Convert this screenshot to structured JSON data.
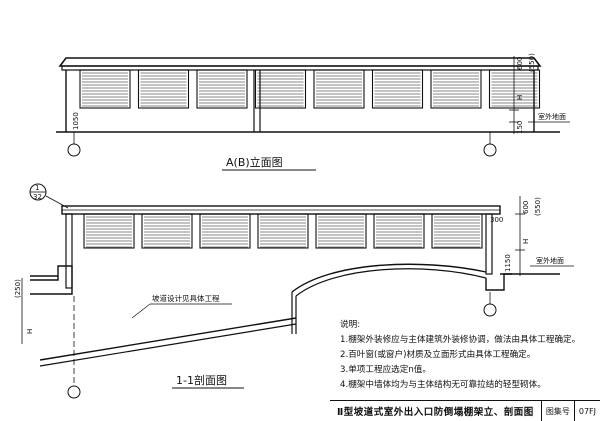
{
  "elevation": {
    "caption": "A(B)立面图",
    "dims": {
      "d600": "600",
      "d550": "(550)",
      "dH": "H",
      "d1050": "1050",
      "d150": "150"
    },
    "ground_label": "室外地面"
  },
  "section": {
    "caption": "1-1剖面图",
    "callout_num": "1",
    "callout_ref": "32",
    "slope_note": "坡道设计见具体工程",
    "dims": {
      "d600": "600",
      "d550": "(550)",
      "d250": "(250)",
      "dH": "H",
      "d1150": "1150",
      "dH2": "H",
      "d300": "300"
    },
    "ground_label": "室外地面"
  },
  "notes": {
    "title": "说明:",
    "lines": [
      "1.棚架外装修应与主体建筑外装修协调，做法由具体工程确定。",
      "2.百叶窗(或窗户)材质及立面形式由具体工程确定。",
      "3.单项工程应选定n值。",
      "4.棚架中墙体均为与主体结构无可靠拉结的轻型砌体。"
    ]
  },
  "title_block": {
    "title": "Ⅱ型坡道式室外出入口防倒塌棚架立、剖面图",
    "atlas_label": "图集号",
    "atlas_no": "07FJ"
  }
}
